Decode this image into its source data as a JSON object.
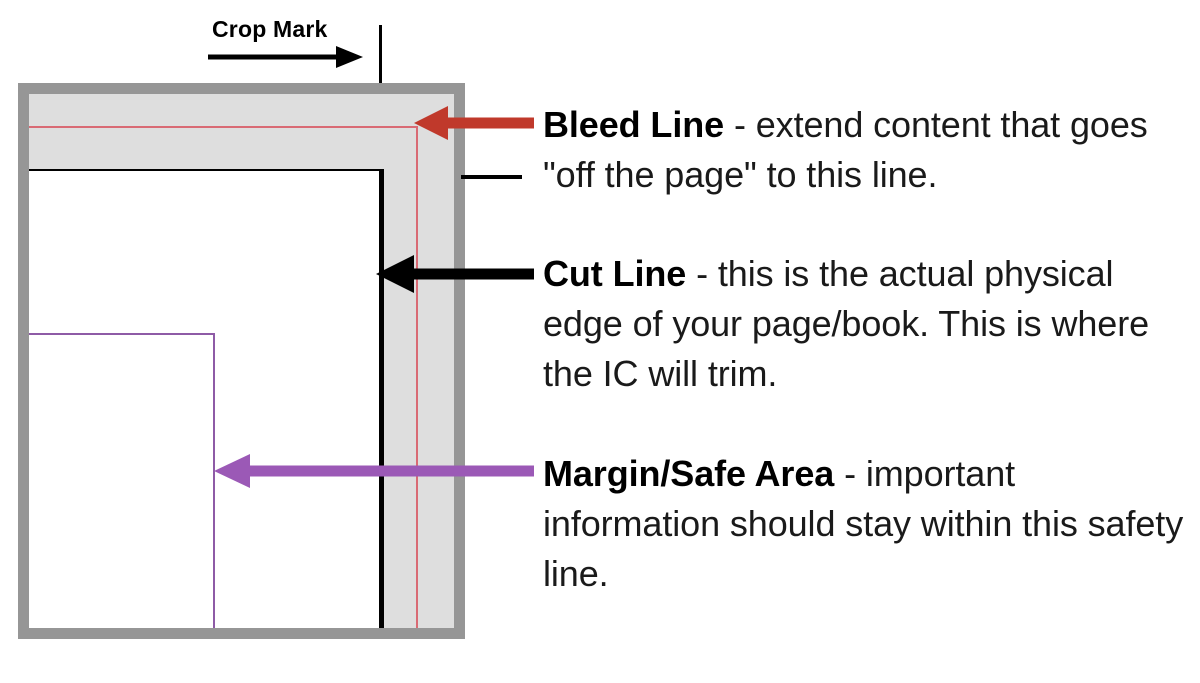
{
  "diagram": {
    "title": "Print bleed, cut line and safe-area diagram",
    "crop_mark": {
      "label": "Crop Mark",
      "arrow_direction": "right",
      "arrow_color": "#000000"
    },
    "page": {
      "frame_color": "#969696",
      "bleed_fill_color": "#dedede",
      "page_fill_color": "#ffffff",
      "bleed_line_color": "#d96a74",
      "cut_line_color": "#000000",
      "margin_line_color": "#8e5ba6"
    }
  },
  "callouts": [
    {
      "id": "bleed",
      "term": "Bleed Line",
      "separator": " - ",
      "body": "extend content that goes \"off the page\" to this line.",
      "arrow_color": "#c0392b",
      "arrow_direction": "left",
      "points_to": "bleed-line"
    },
    {
      "id": "cut",
      "term": "Cut Line",
      "separator": " - ",
      "body": "this is the actual physical edge of your page/book. This is where the IC will trim.",
      "arrow_color": "#000000",
      "arrow_direction": "left",
      "points_to": "cut-line"
    },
    {
      "id": "margin",
      "term": "Margin/Safe Area",
      "separator": " - ",
      "body": "important information should stay within this safety line.",
      "arrow_color": "#9b59b6",
      "arrow_direction": "left",
      "points_to": "margin-line"
    }
  ]
}
